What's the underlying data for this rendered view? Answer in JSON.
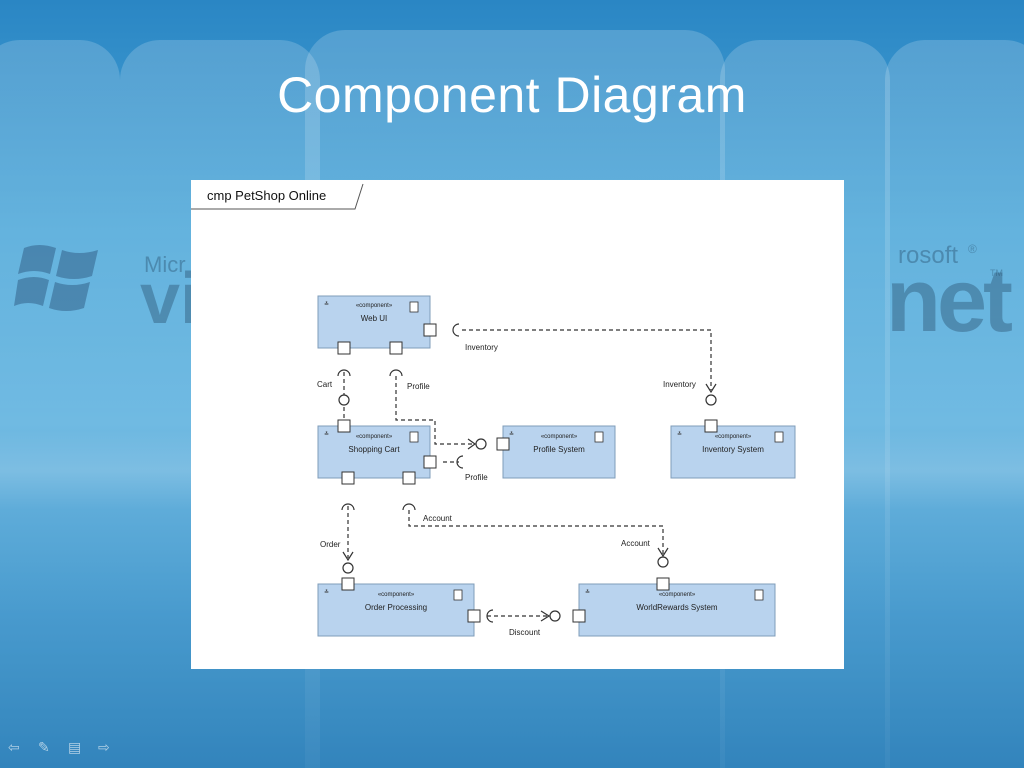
{
  "slide": {
    "title": "Component Diagram"
  },
  "background": {
    "logo_left_text": "Micr",
    "logo_left_big": "vi",
    "logo_right_text": "rosoft",
    "logo_right_big": "net",
    "logo_right_tm": "TM",
    "logo_right_reg": "®"
  },
  "diagram": {
    "frame_label": "cmp PetShop Online",
    "components": [
      {
        "id": "web-ui",
        "stereotype": "«component»",
        "name": "Web UI"
      },
      {
        "id": "shopping-cart",
        "stereotype": "«component»",
        "name": "Shopping Cart"
      },
      {
        "id": "profile-system",
        "stereotype": "«component»",
        "name": "Profile System"
      },
      {
        "id": "inventory-system",
        "stereotype": "«component»",
        "name": "Inventory System"
      },
      {
        "id": "order-processing",
        "stereotype": "«component»",
        "name": "Order Processing"
      },
      {
        "id": "worldrewards-system",
        "stereotype": "«component»",
        "name": "WorldRewards System"
      }
    ],
    "labels": {
      "inventory_req": "Inventory",
      "inventory_prov": "Inventory",
      "cart": "Cart",
      "profile_req": "Profile",
      "profile_prov": "Profile",
      "account_req": "Account",
      "account_prov": "Account",
      "order": "Order",
      "discount": "Discount"
    },
    "colors": {
      "component_fill": "#b9d3ee",
      "component_stroke": "#7f9db9",
      "line": "#333333"
    }
  },
  "nav_icons": [
    "arrow-left-icon",
    "pen-icon",
    "menu-icon",
    "arrow-right-icon"
  ]
}
